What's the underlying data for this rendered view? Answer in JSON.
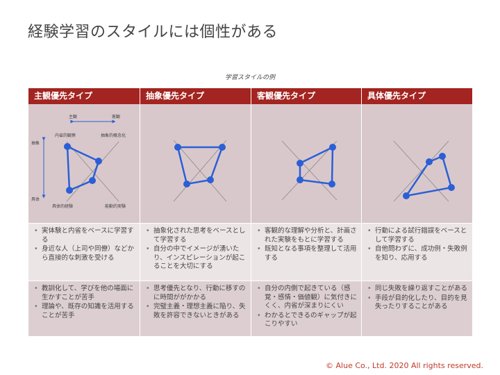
{
  "title": "経験学習のスタイルには個性がある",
  "caption": "学習スタイルの例",
  "headers": [
    "主観優先タイプ",
    "抽象優先タイプ",
    "客観優先タイプ",
    "具体優先タイプ"
  ],
  "axis_labels": {
    "subjective": "主観",
    "objective": "客観",
    "abstract": "抽象",
    "concrete": "具体",
    "reflective_observation": "内省的観察",
    "abstract_conceptualization": "抽象的概念化",
    "concrete_experience": "具体的経験",
    "active_experimentation": "能動的実験"
  },
  "strengths": [
    [
      "実体験と内省をベースに学習する",
      "身近な人（上司や同僚）などから直接的な刺激を受ける"
    ],
    [
      "抽象化された思考をベースとして学習する",
      "自分の中でイメージが湧いたり、インスピレーションが起こることを大切にする"
    ],
    [
      "客観的な理解や分析と、計画された実験をもとに学習する",
      "既知となる事項を整理して活用する"
    ],
    [
      "行動による試行錯誤をベースとして学習する",
      "自他問わずに、成功例・失敗例を知り、応用する"
    ]
  ],
  "weaknesses": [
    [
      "教訓化して、学びを他の場面に生かすことが苦手",
      "理論や、既存の知識を活用することが苦手"
    ],
    [
      "思考優先となり、行動に移すのに時間ががかかる",
      "完璧主義・理想主義に陥り、失敗を許容できないときがある"
    ],
    [
      "自分の内側で起きている（感覚・感情・価値観）に気付きにくく、内省が深まりにくい",
      "わかるとできるのギャップが起こりやすい"
    ],
    [
      "同じ失敗を繰り返すことがある",
      "手段が目的化したり、目的を見失ったりすることがある"
    ]
  ],
  "copyright": "© Alue Co., Ltd.  2020  All rights reserved.",
  "colors": {
    "header": "#a32420",
    "radar": "#2a5fd6",
    "copyright": "#c0392b"
  }
}
